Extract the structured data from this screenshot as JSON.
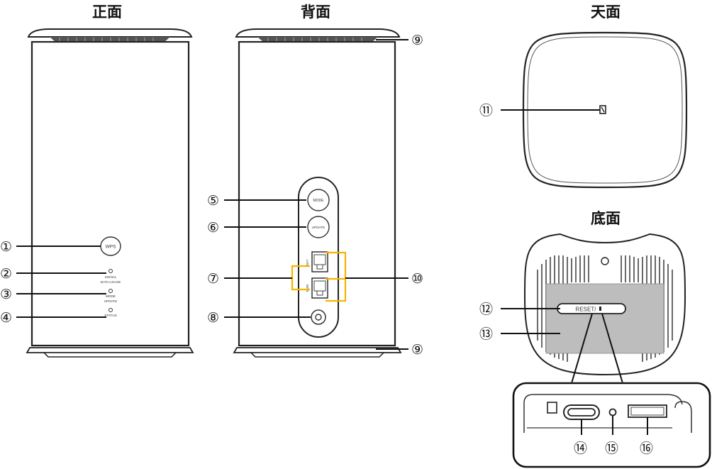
{
  "headings": {
    "front": "正面",
    "back": "背面",
    "top": "天面",
    "bottom": "底面"
  },
  "callouts": [
    "①",
    "②",
    "③",
    "④",
    "⑤",
    "⑥",
    "⑦",
    "⑧",
    "⑨",
    "⑩",
    "⑪",
    "⑫",
    "⑬",
    "⑭",
    "⑮",
    "⑯"
  ],
  "labels": {
    "wps": "WPS",
    "signal": "SIGNAL",
    "data_usage": "DATA USAGE",
    "mode": "MODE",
    "update": "UPDATE",
    "status": "STATUS",
    "mode_btn": "MODE",
    "update_btn": "UPDATE",
    "lan_port_label": "LAN",
    "wan_port_label": "WAN",
    "reset": "RESET/"
  },
  "colors": {
    "highlight": "#f5b400",
    "outline": "#222222",
    "bottom_panel": "#bdbdbd"
  }
}
